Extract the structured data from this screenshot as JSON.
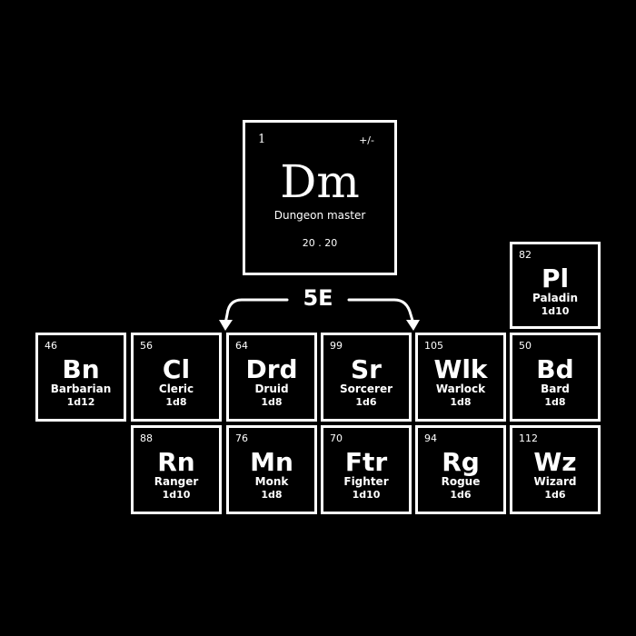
{
  "header": {
    "number": "1",
    "charge": "+/-",
    "symbol": "Dm",
    "name": "Dungeon master",
    "die": "20 . 20"
  },
  "edition": "5E",
  "elements": [
    {
      "id": "bn",
      "number": "46",
      "symbol": "Bn",
      "name": "Barbarian",
      "die": "1d12"
    },
    {
      "id": "cl",
      "number": "56",
      "symbol": "Cl",
      "name": "Cleric",
      "die": "1d8"
    },
    {
      "id": "drd",
      "number": "64",
      "symbol": "Drd",
      "name": "Druid",
      "die": "1d8"
    },
    {
      "id": "sr",
      "number": "99",
      "symbol": "Sr",
      "name": "Sorcerer",
      "die": "1d6"
    },
    {
      "id": "wlk",
      "number": "105",
      "symbol": "Wlk",
      "name": "Warlock",
      "die": "1d8"
    },
    {
      "id": "bd",
      "number": "50",
      "symbol": "Bd",
      "name": "Bard",
      "die": "1d8"
    },
    {
      "id": "pl",
      "number": "82",
      "symbol": "Pl",
      "name": "Paladin",
      "die": "1d10"
    },
    {
      "id": "rn",
      "number": "88",
      "symbol": "Rn",
      "name": "Ranger",
      "die": "1d10"
    },
    {
      "id": "mn",
      "number": "76",
      "symbol": "Mn",
      "name": "Monk",
      "die": "1d8"
    },
    {
      "id": "ftr",
      "number": "70",
      "symbol": "Ftr",
      "name": "Fighter",
      "die": "1d10"
    },
    {
      "id": "rg",
      "number": "94",
      "symbol": "Rg",
      "name": "Rogue",
      "die": "1d6"
    },
    {
      "id": "wz",
      "number": "112",
      "symbol": "Wz",
      "name": "Wizard",
      "die": "1d6"
    }
  ],
  "colors": {
    "background": "#000000",
    "foreground": "#ffffff"
  }
}
